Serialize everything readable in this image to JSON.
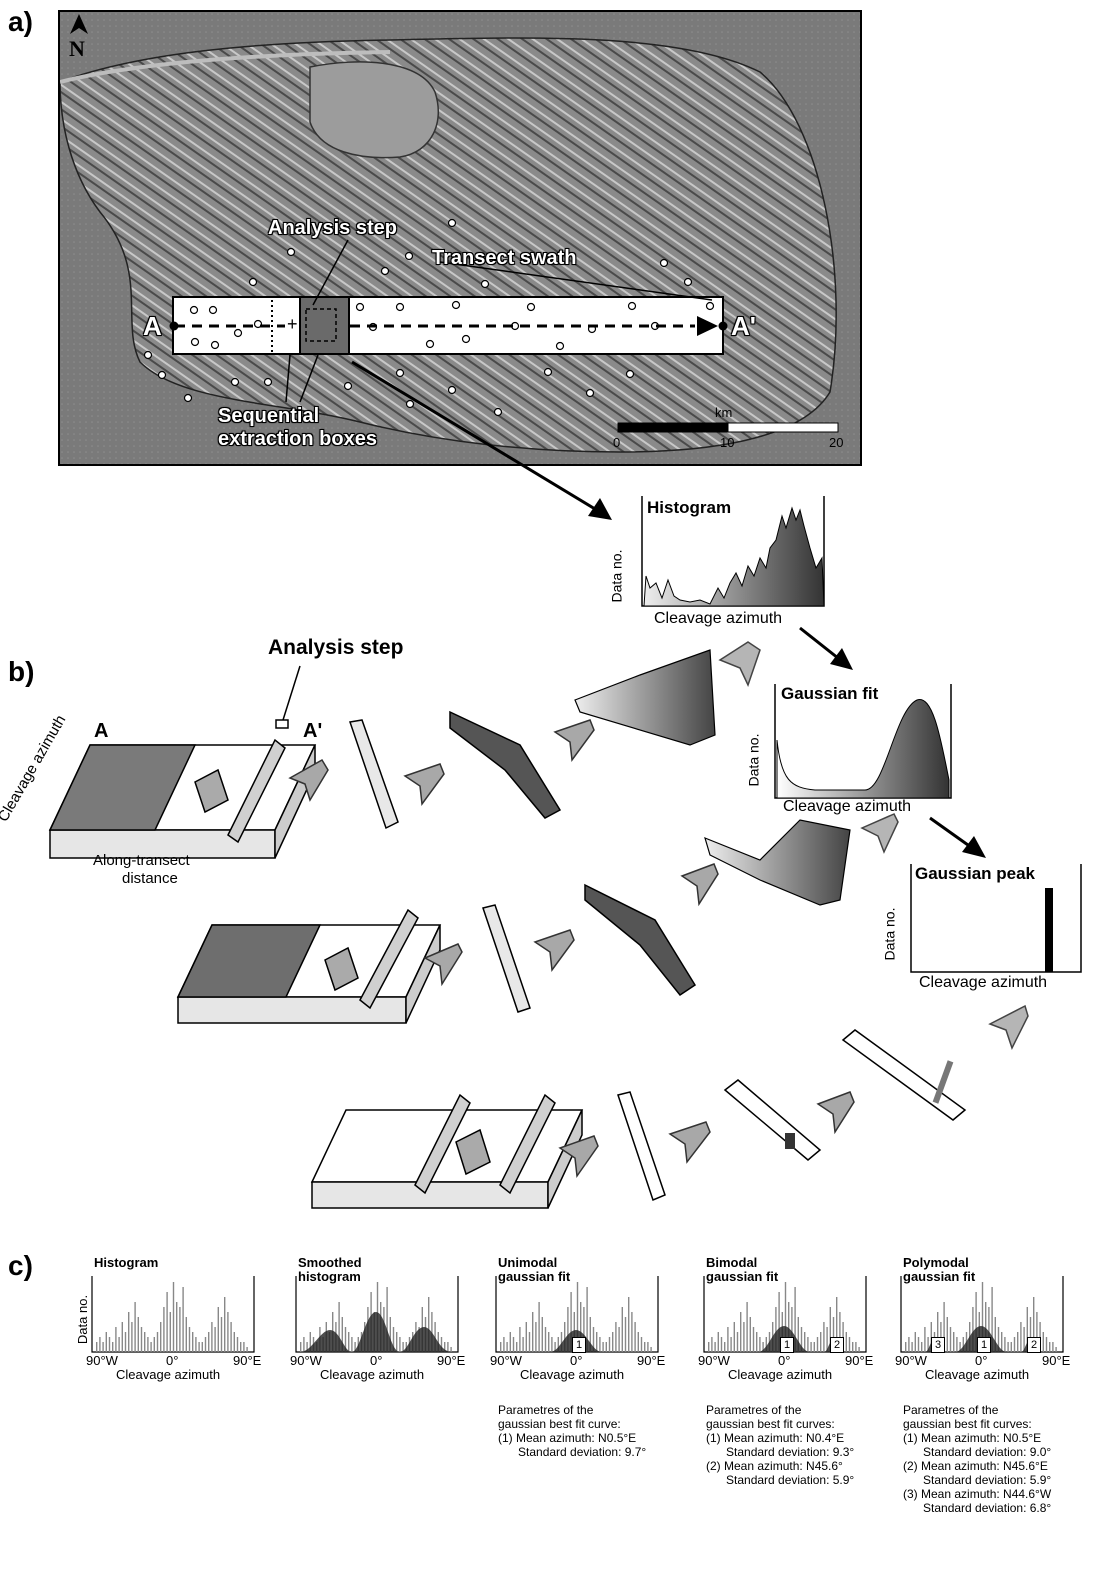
{
  "panels": {
    "a": "a)",
    "b": "b)",
    "c": "c)"
  },
  "panel_a": {
    "north": "N",
    "analysis_step": "Analysis step",
    "transect_swath": "Transect swath",
    "point_a": "A",
    "point_a_prime": "A'",
    "sequential_1": "Sequential",
    "sequential_2": "extraction boxes",
    "scale_unit": "km",
    "scale_ticks": [
      "0",
      "10",
      "20"
    ]
  },
  "flow": {
    "histogram": "Histogram",
    "gaussian_fit": "Gaussian fit",
    "gaussian_peak": "Gaussian peak",
    "ylabel": "Data no.",
    "xlabel": "Cleavage azimuth"
  },
  "panel_b": {
    "analysis_step": "Analysis step",
    "a": "A",
    "a_prime": "A'",
    "yaxis": "Cleavage azimuth",
    "xaxis_1": "Along-transect",
    "xaxis_2": "distance"
  },
  "panel_c": {
    "ylabel": "Data no.",
    "xlabel": "Cleavage azimuth",
    "ticks": [
      "90°W",
      "0°",
      "90°E"
    ],
    "charts": [
      {
        "title1": "Histogram",
        "title2": ""
      },
      {
        "title1": "Smoothed",
        "title2": "histogram"
      },
      {
        "title1": "Unimodal",
        "title2": "gaussian fit",
        "markers": [
          "1"
        ],
        "params": "Parametres of the\ngaussian best fit curve:\n(1) Mean azimuth: N0.5°E\n      Standard deviation: 9.7°"
      },
      {
        "title1": "Bimodal",
        "title2": "gaussian fit",
        "markers": [
          "1",
          "2"
        ],
        "params": "Parametres of the\ngaussian best fit curves:\n(1) Mean azimuth: N0.4°E\n      Standard deviation: 9.3°\n(2) Mean azimuth: N45.6°\n      Standard deviation: 5.9°"
      },
      {
        "title1": "Polymodal",
        "title2": "gaussian fit",
        "markers": [
          "3",
          "1",
          "2"
        ],
        "params": "Parametres of the\ngaussian best fit curves:\n(1) Mean azimuth: N0.5°E\n      Standard deviation: 9.0°\n(2) Mean azimuth: N45.6°E\n      Standard deviation: 5.9°\n(3) Mean azimuth: N44.6°W\n      Standard deviation: 6.8°"
      }
    ]
  },
  "colors": {
    "map": "#8c8c8c",
    "dark": "#333333",
    "mid": "#9a9a9a",
    "light": "#e6e6e6"
  }
}
